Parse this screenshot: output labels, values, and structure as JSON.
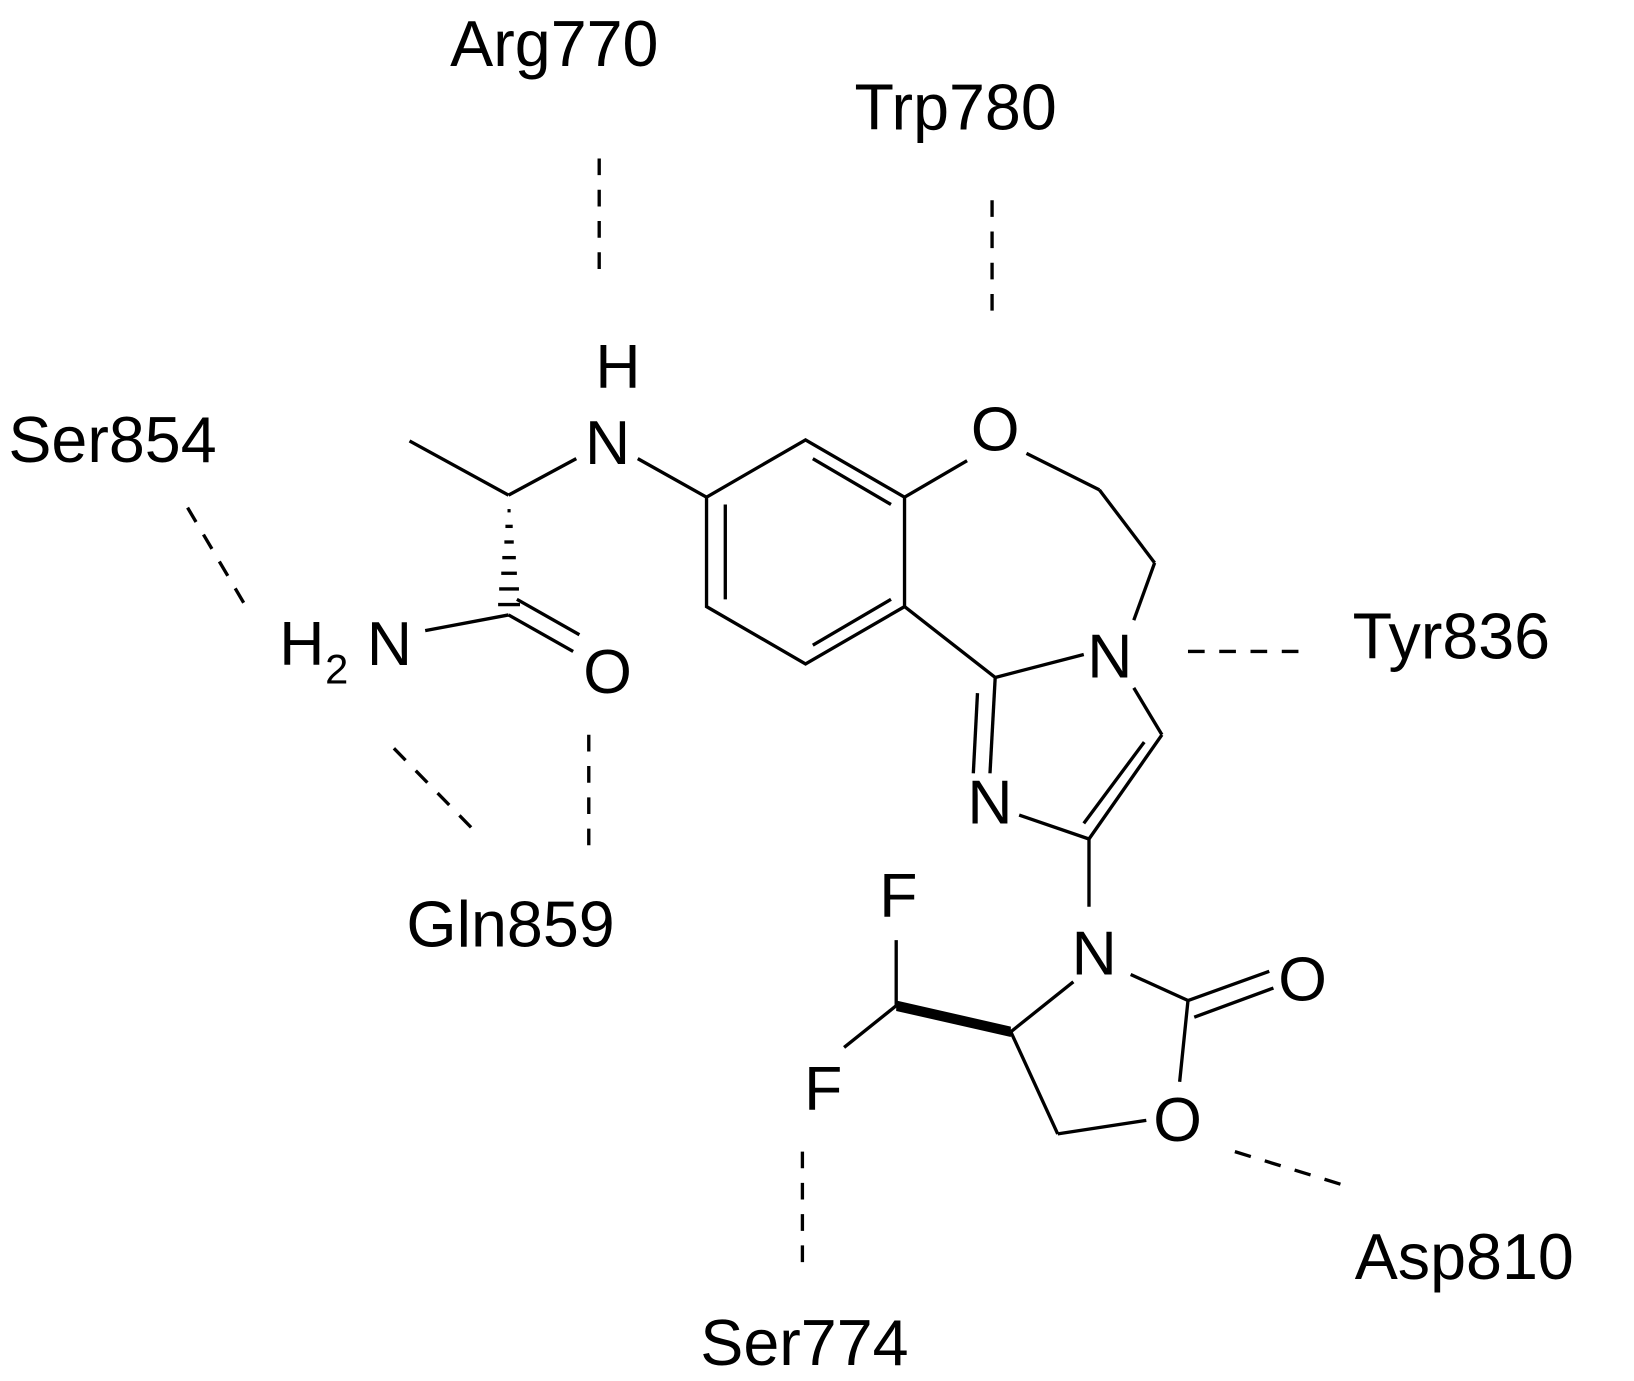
{
  "residues": {
    "arg": "Arg770",
    "trp": "Trp780",
    "ser854": "Ser854",
    "tyr": "Tyr836",
    "gln": "Gln859",
    "asp": "Asp810",
    "ser774": "Ser774"
  },
  "atoms": {
    "h": "H",
    "n_amine": "N",
    "o_ether": "O",
    "n_ring": "N",
    "h2n_h": "H",
    "h2n_sub": "2",
    "h2n_n": "N",
    "o_amide": "O",
    "n_imid": "N",
    "f_top": "F",
    "n_oxaz": "N",
    "o_carbonyl": "O",
    "f_bottom": "F",
    "o_ring": "O"
  }
}
